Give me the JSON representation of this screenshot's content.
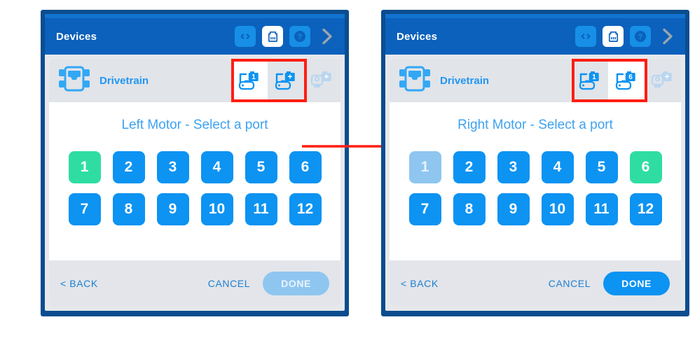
{
  "colors": {
    "frame": "#0b4d8f",
    "header_bg": "#0b61bc",
    "accent_blue": "#0d93f2",
    "selected_green": "#2fdda2",
    "disabled_blue": "#8ec6f0",
    "highlight_red": "#ff1e12",
    "card_gray": "#e1e4e9",
    "link_blue": "#1d7fd0",
    "prompt_blue": "#3ea2f0"
  },
  "icons": {
    "code": "code-brackets-icon",
    "device": "device-port-icon",
    "help": "question-mark-icon",
    "next": "chevron-right-icon",
    "drivetrain": "drivetrain-icon",
    "motor": "motor-icon",
    "sensor": "sensor-icon",
    "arrow": "red-arrow-icon"
  },
  "panels": [
    {
      "id": "left",
      "header": {
        "title": "Devices"
      },
      "toolbar": [
        {
          "name": "code-button",
          "glyph": "<>",
          "active": false
        },
        {
          "name": "devices-button",
          "glyph": "device",
          "active": true
        },
        {
          "name": "help-button",
          "glyph": "?",
          "active": false
        },
        {
          "name": "next-button",
          "glyph": ">",
          "active": false
        }
      ],
      "card": {
        "device_label": "Drivetrain",
        "tabs": [
          {
            "name": "motor-port-tab-1",
            "badge": "1",
            "state": "active"
          },
          {
            "name": "motor-add-tab",
            "badge": "+",
            "state": "inactive"
          },
          {
            "name": "sensor-add-tab",
            "badge": "+",
            "state": "ghost"
          }
        ],
        "highlight": true
      },
      "prompt": "Left Motor - Select a port",
      "ports": [
        {
          "label": "1",
          "state": "selected"
        },
        {
          "label": "2",
          "state": "normal"
        },
        {
          "label": "3",
          "state": "normal"
        },
        {
          "label": "4",
          "state": "normal"
        },
        {
          "label": "5",
          "state": "normal"
        },
        {
          "label": "6",
          "state": "normal"
        },
        {
          "label": "7",
          "state": "normal"
        },
        {
          "label": "8",
          "state": "normal"
        },
        {
          "label": "9",
          "state": "normal"
        },
        {
          "label": "10",
          "state": "normal"
        },
        {
          "label": "11",
          "state": "normal"
        },
        {
          "label": "12",
          "state": "normal"
        }
      ],
      "footer": {
        "back": "< BACK",
        "cancel": "CANCEL",
        "done": "DONE",
        "done_enabled": false
      }
    },
    {
      "id": "right",
      "header": {
        "title": "Devices"
      },
      "toolbar": [
        {
          "name": "code-button",
          "glyph": "<>",
          "active": false
        },
        {
          "name": "devices-button",
          "glyph": "device",
          "active": true
        },
        {
          "name": "help-button",
          "glyph": "?",
          "active": false
        },
        {
          "name": "next-button",
          "glyph": ">",
          "active": false
        }
      ],
      "card": {
        "device_label": "Drivetrain",
        "tabs": [
          {
            "name": "motor-port-tab-1",
            "badge": "1",
            "state": "inactive"
          },
          {
            "name": "motor-port-tab-6",
            "badge": "6",
            "state": "active"
          },
          {
            "name": "sensor-add-tab",
            "badge": "+",
            "state": "ghost"
          }
        ],
        "highlight": true
      },
      "prompt": "Right Motor - Select a port",
      "ports": [
        {
          "label": "1",
          "state": "disabled"
        },
        {
          "label": "2",
          "state": "normal"
        },
        {
          "label": "3",
          "state": "normal"
        },
        {
          "label": "4",
          "state": "normal"
        },
        {
          "label": "5",
          "state": "normal"
        },
        {
          "label": "6",
          "state": "selected"
        },
        {
          "label": "7",
          "state": "normal"
        },
        {
          "label": "8",
          "state": "normal"
        },
        {
          "label": "9",
          "state": "normal"
        },
        {
          "label": "10",
          "state": "normal"
        },
        {
          "label": "11",
          "state": "normal"
        },
        {
          "label": "12",
          "state": "normal"
        }
      ],
      "footer": {
        "back": "< BACK",
        "cancel": "CANCEL",
        "done": "DONE",
        "done_enabled": true
      }
    }
  ]
}
